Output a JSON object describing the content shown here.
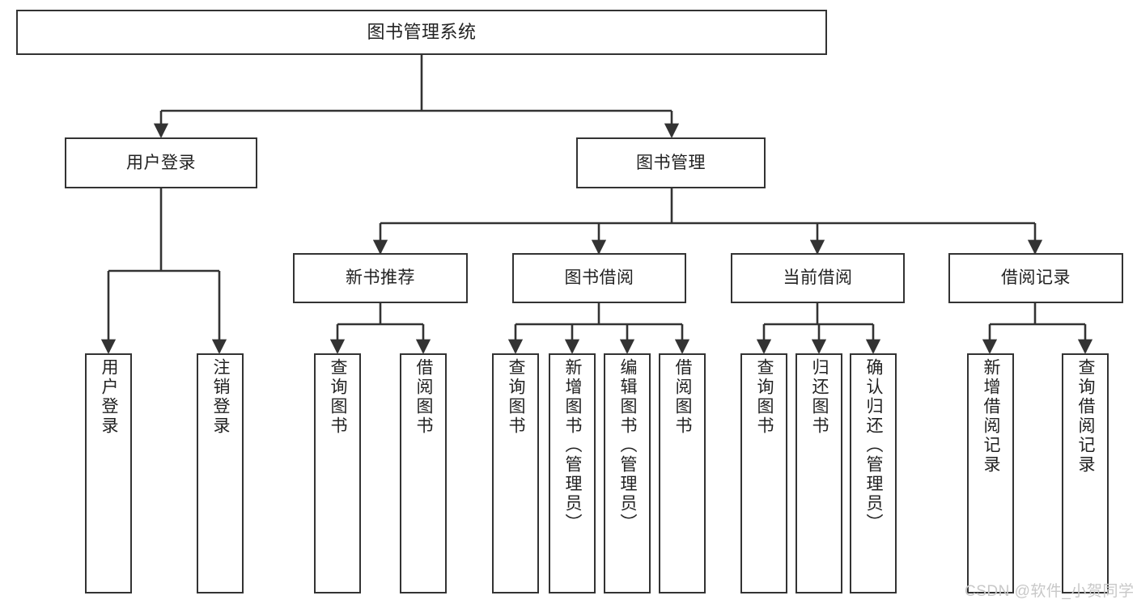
{
  "diagram": {
    "title": "图书管理系统",
    "style": {
      "box_border": "#333333",
      "box_fill": "#ffffff",
      "connector": "#333333",
      "text": "#222222",
      "background": "#ffffff",
      "watermark": "#c8c8c8"
    },
    "root": {
      "label": "图书管理系统"
    },
    "level1": [
      {
        "label": "用户登录"
      },
      {
        "label": "图书管理"
      }
    ],
    "level2": [
      {
        "label": "新书推荐"
      },
      {
        "label": "图书借阅"
      },
      {
        "label": "当前借阅"
      },
      {
        "label": "借阅记录"
      }
    ],
    "leaves": {
      "user_login": [
        {
          "label": "用户登录"
        },
        {
          "label": "注销登录"
        }
      ],
      "new_book_recommend": [
        {
          "label": "查询图书"
        },
        {
          "label": "借阅图书"
        }
      ],
      "book_borrow": [
        {
          "label": "查询图书"
        },
        {
          "label": "新增图书（管理员）"
        },
        {
          "label": "编辑图书（管理员）"
        },
        {
          "label": "借阅图书"
        }
      ],
      "current_borrow": [
        {
          "label": "查询图书"
        },
        {
          "label": "归还图书"
        },
        {
          "label": "确认归还（管理员）"
        }
      ],
      "borrow_records": [
        {
          "label": "新增借阅记录"
        },
        {
          "label": "查询借阅记录"
        }
      ]
    },
    "watermark": "CSDN @软件_小贺同学"
  }
}
